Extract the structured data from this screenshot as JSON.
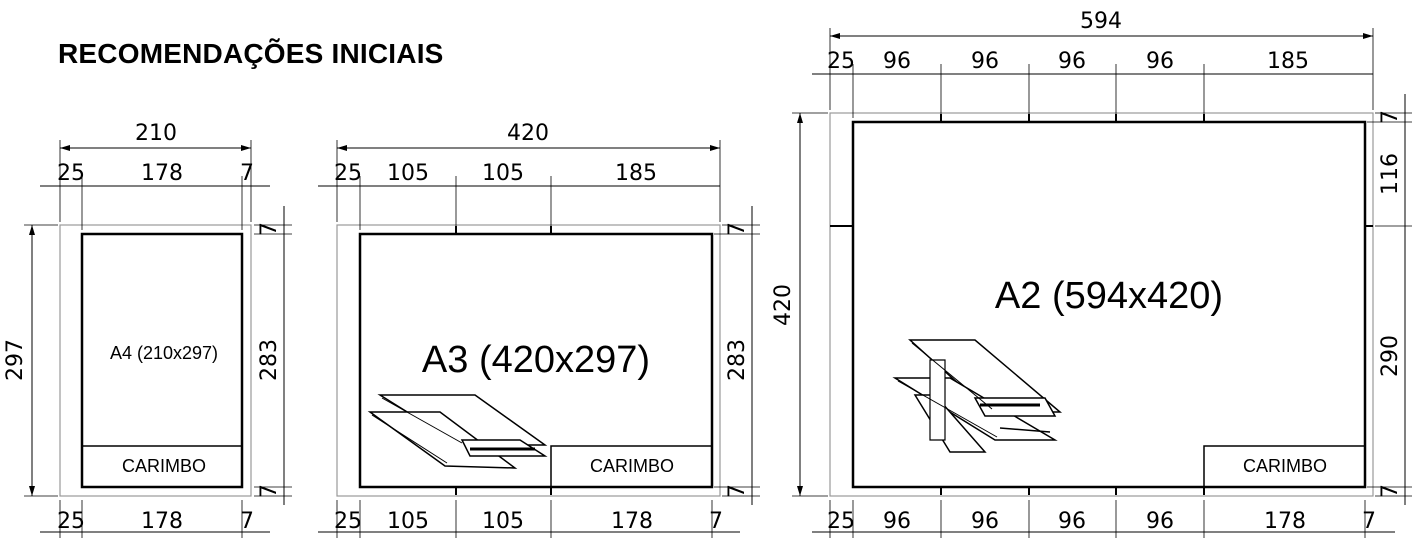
{
  "title": "RECOMENDAÇÕES INICIAIS",
  "sheets": {
    "a4": {
      "label": "A4 (210x297)",
      "stamp": "CARIMBO",
      "top_total": "210",
      "top_parts": [
        "25",
        "178",
        "7"
      ],
      "bottom_parts": [
        "25",
        "178",
        "7"
      ],
      "left": "297",
      "right": [
        "7",
        "283",
        "7"
      ]
    },
    "a3": {
      "label": "A3 (420x297)",
      "stamp": "CARIMBO",
      "top_total": "420",
      "top_parts": [
        "25",
        "105",
        "105",
        "185"
      ],
      "bottom_parts": [
        "25",
        "105",
        "105",
        "178",
        "7"
      ],
      "right": [
        "7",
        "283",
        "7"
      ]
    },
    "a2": {
      "label": "A2 (594x420)",
      "stamp": "CARIMBO",
      "top_total": "594",
      "top_parts": [
        "25",
        "96",
        "96",
        "96",
        "96",
        "185"
      ],
      "bottom_parts": [
        "25",
        "96",
        "96",
        "96",
        "96",
        "178",
        "7"
      ],
      "left": "420",
      "right": [
        "7",
        "116",
        "290",
        "7"
      ]
    }
  }
}
